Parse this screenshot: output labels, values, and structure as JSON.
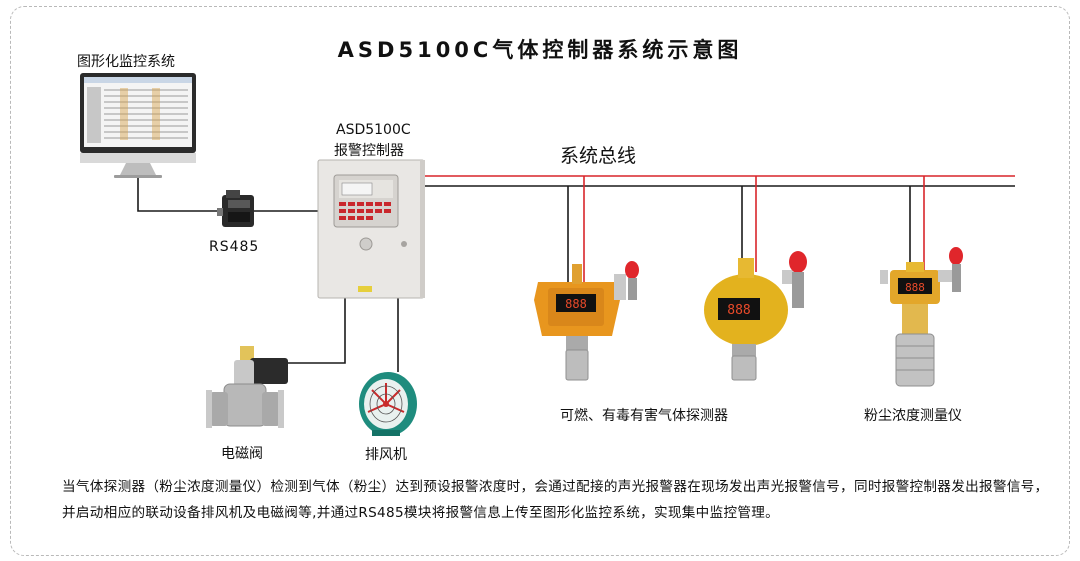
{
  "title": "ASD5100C气体控制器系统示意图",
  "labels": {
    "monitor": "图形化监控系统",
    "controller_model": "ASD5100C",
    "controller_name": "报警控制器",
    "bus": "系统总线",
    "converter": "RS485",
    "valve": "电磁阀",
    "fan": "排风机",
    "gas_detectors": "可燃、有毒有害气体探测器",
    "dust_meter": "粉尘浓度测量仪",
    "detector_display": "888"
  },
  "description": "当气体探测器（粉尘浓度测量仪）检测到气体（粉尘）达到预设报警浓度时，会通过配接的声光报警器在现场发出声光报警信号，同时报警控制器发出报警信号，并启动相应的联动设备排风机及电磁阀等,并通过RS485模块将报警信息上传至图形化监控系统，实现集中监控管理。",
  "colors": {
    "bus_red": "#d9252a",
    "wire": "#1a1a1a",
    "detector_body": "#e8961e",
    "alarm_lamp": "#e0262b",
    "controller_body": "#e9e7e4"
  }
}
